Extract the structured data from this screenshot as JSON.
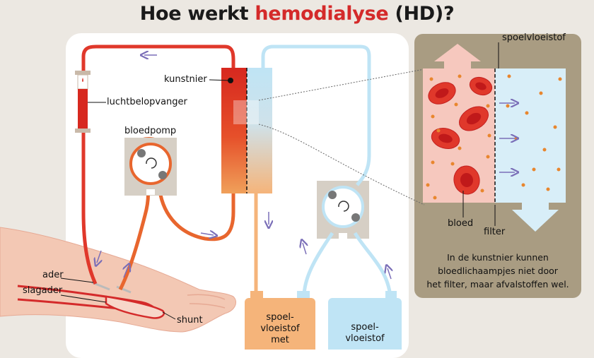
{
  "title": {
    "prefix": "Hoe werkt ",
    "highlight": "hemodialyse",
    "suffix": " (HD)?"
  },
  "labels": {
    "kunstnier": "kunstnier",
    "luchtbelopvanger": "luchtbelopvanger",
    "bloedpomp": "bloedpomp",
    "ader": "ader",
    "slagader": "slagader",
    "shunt": "shunt",
    "spoelvloeistof_zoom": "spoelvloeistof",
    "bloed": "bloed",
    "filter": "filter",
    "used_fluid_line1": "spoel-",
    "used_fluid_line2": "vloeistof",
    "used_fluid_line3": "met",
    "fresh_fluid_line1": "spoel-",
    "fresh_fluid_line2": "vloeistof"
  },
  "caption": {
    "line1": "In de kunstnier kunnen",
    "line2": "bloedlichaampjes niet door",
    "line3": "het filter, maar afvalstoffen wel."
  },
  "colors": {
    "blood": "#e0382b",
    "blood_dark": "#c22020",
    "dialysate_fresh": "#bfe4f5",
    "dialysate_used": "#f5b47a",
    "zoom_bg": "#a99c82",
    "pump_bg": "#d6cfc5",
    "arrow": "#7b6fb8"
  }
}
